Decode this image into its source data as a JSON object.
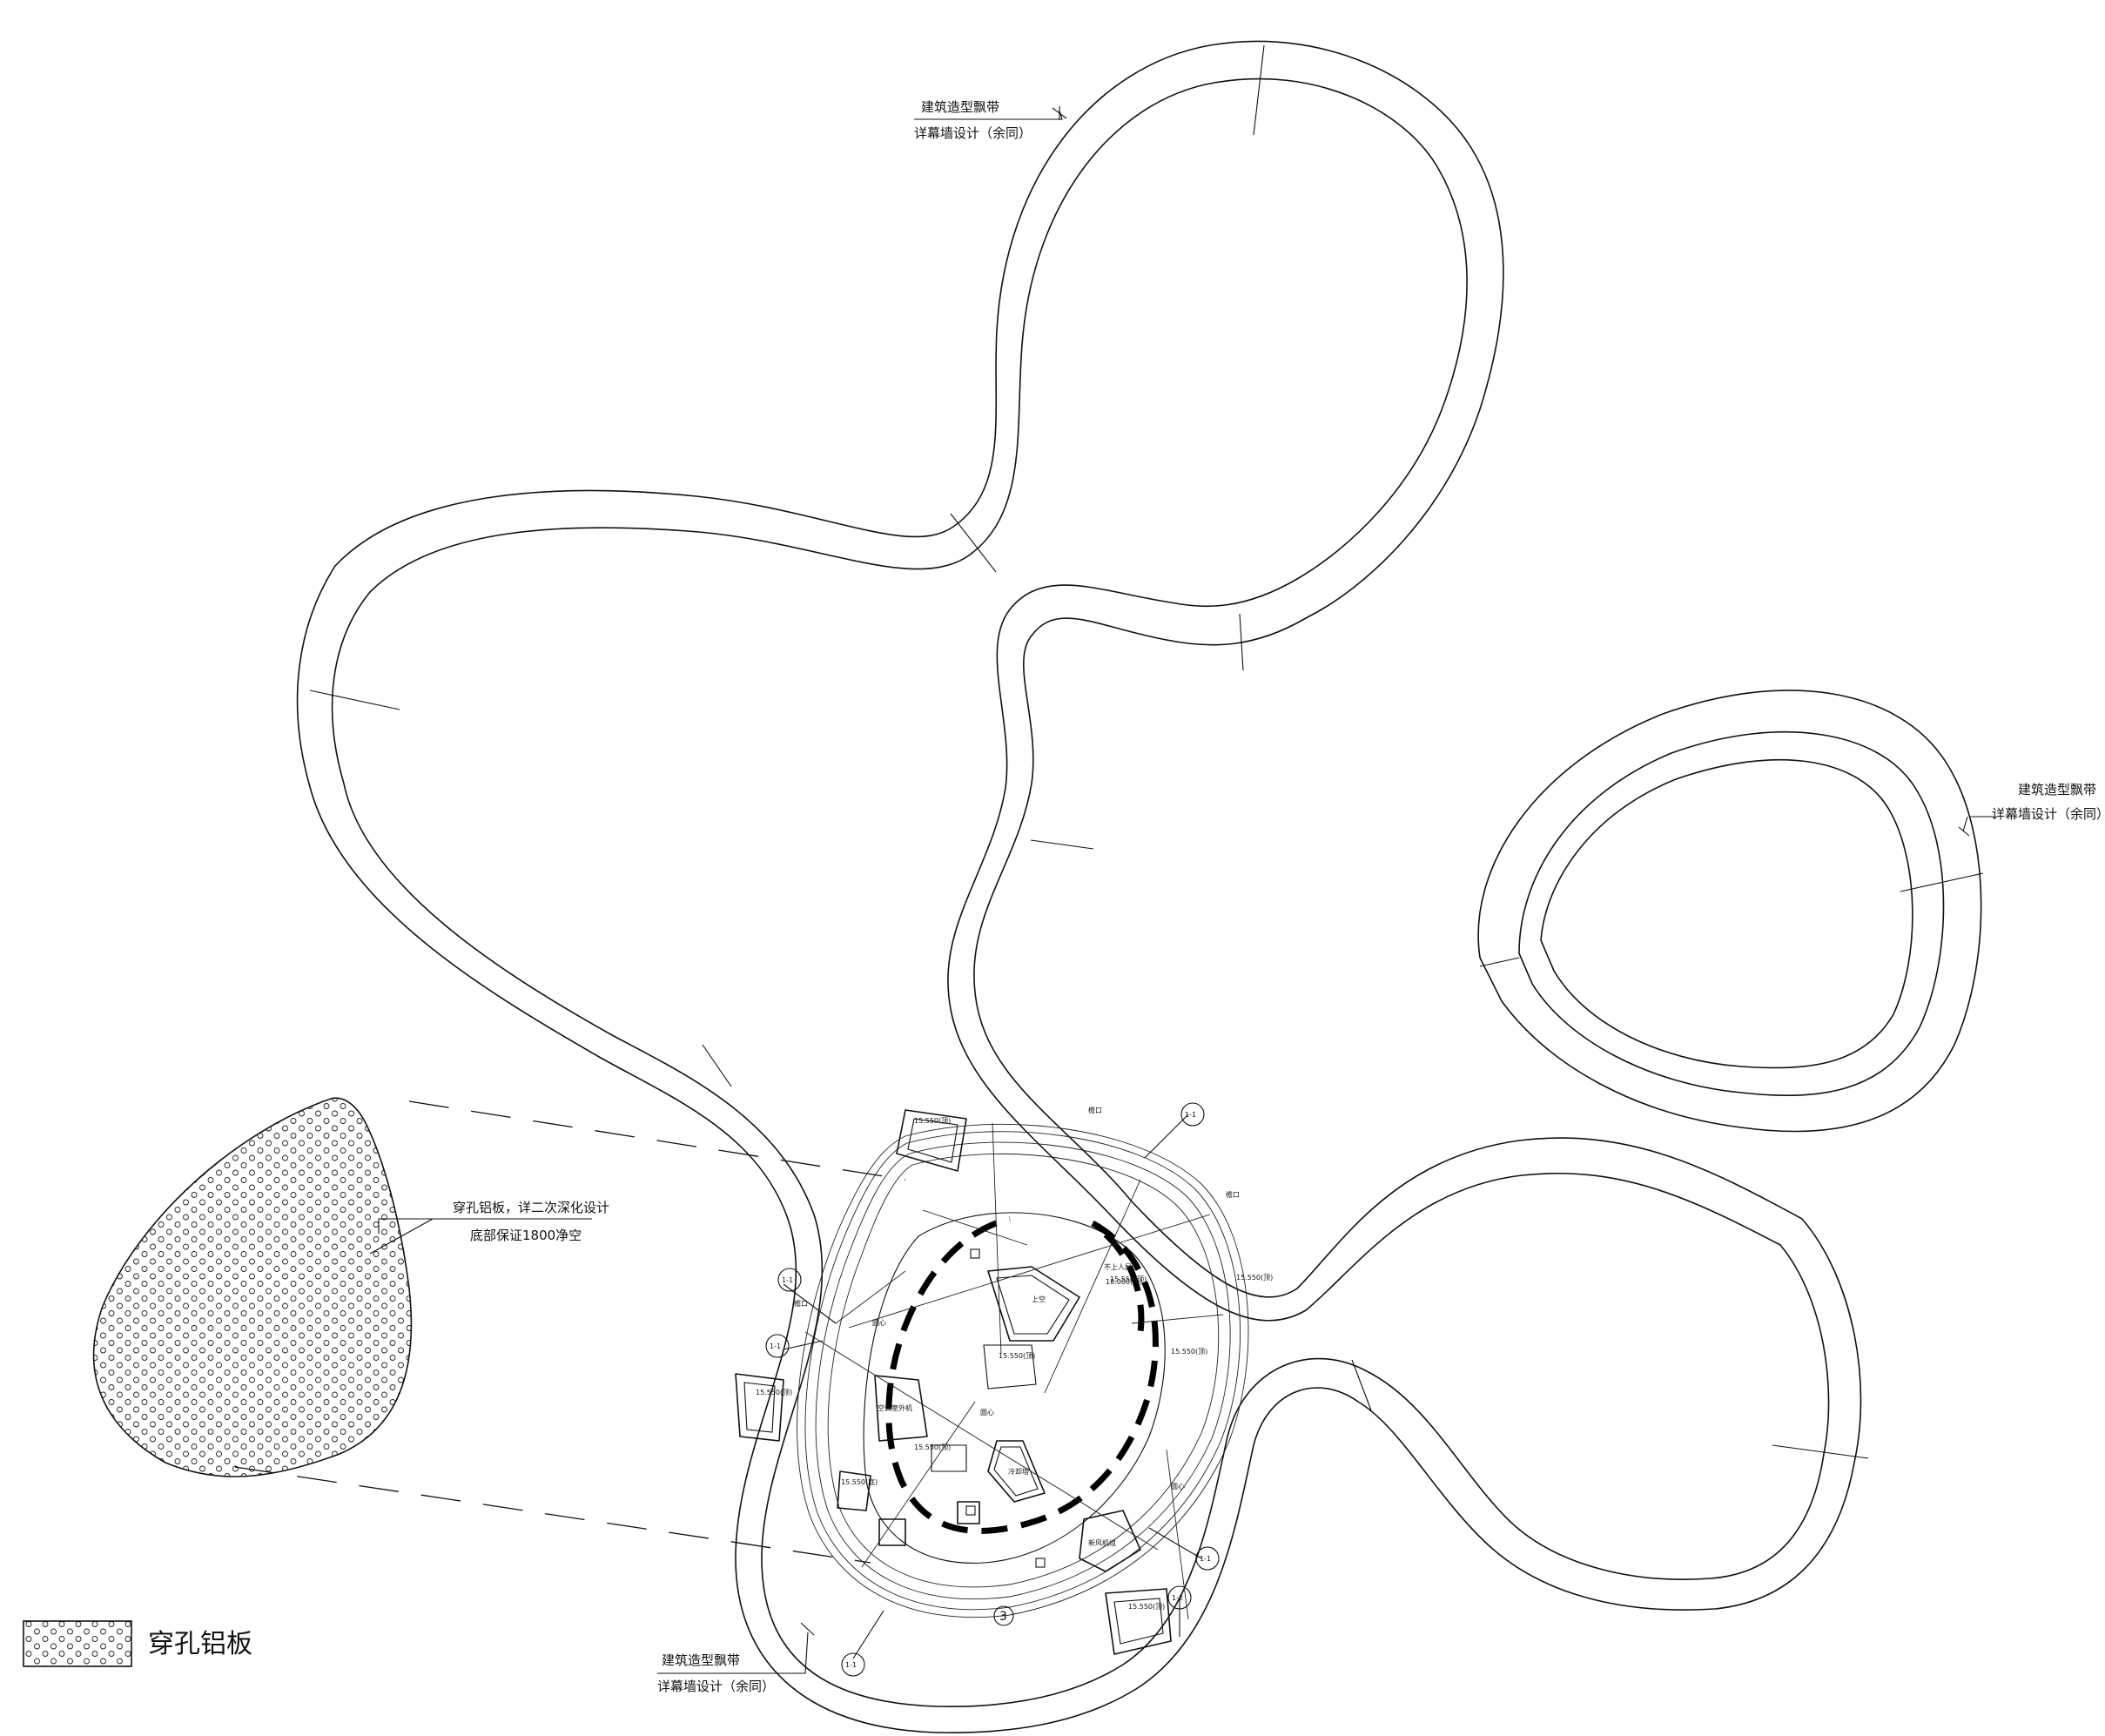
{
  "annotations": {
    "ribbon_top": {
      "line1": "建筑造型飘带",
      "line2": "详幕墙设计（余同）"
    },
    "ribbon_right": {
      "line1": "建筑造型飘带",
      "line2": "详幕墙设计（余同）"
    },
    "ribbon_bottom": {
      "line1": "建筑造型飘带",
      "line2": "详幕墙设计（余同）"
    },
    "perforated_note": {
      "line1": "穿孔铝板，详二次深化设计",
      "line2": "底部保证1800净空"
    }
  },
  "legend": {
    "label": "穿孔铝板"
  },
  "section_marks": [
    "1-1",
    "1-1",
    "1-1",
    "1-1",
    "1-1",
    "1-2"
  ],
  "detail_marks": [
    "3"
  ],
  "plan_labels": {
    "elev_1": "15.550(顶)",
    "elev_2": "15.550(顶)",
    "elev_3": "15.550(顶)",
    "elev_4": "15.550(顶)",
    "elev_5": "15.550(顶)",
    "elev_6": "15.550(底)",
    "elev_7": "15.550(顶)",
    "elev_8": "15.550(顶)",
    "elev_9": "15.550(顶)",
    "roof_access": "不上人屋面",
    "elev_roof": "18.000(顶)",
    "up": "上空",
    "water_tank": "冷却塔",
    "equip_a": "空调室外机",
    "equip_b": "新风机组",
    "ridge_a": "檐口",
    "ridge_b": "檐口",
    "ridge_c": "檐口",
    "center_a": "圆心",
    "center_b": "圆心",
    "center_c": "圆心"
  }
}
